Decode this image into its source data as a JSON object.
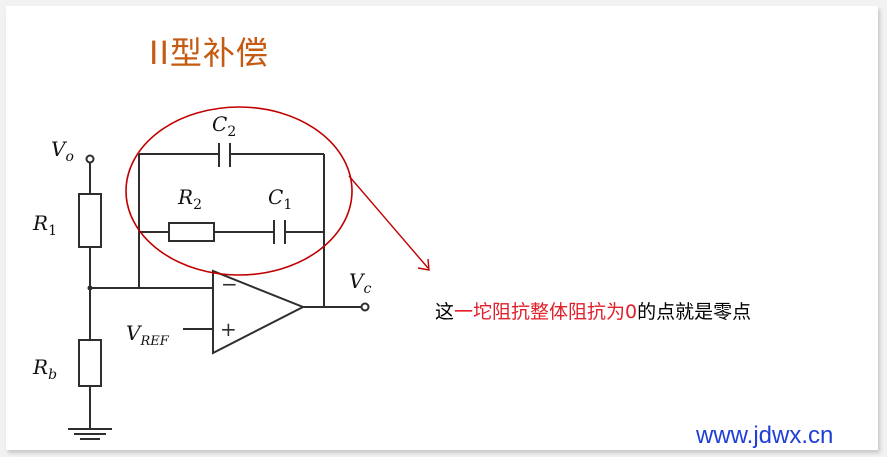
{
  "title": "II型补偿",
  "labels": {
    "vo": {
      "main": "V",
      "sub": "o"
    },
    "r1": {
      "main": "R",
      "sub": "1"
    },
    "rb": {
      "main": "R",
      "sub": "b"
    },
    "c2": {
      "main": "C",
      "sub": "2"
    },
    "r2": {
      "main": "R",
      "sub": "2"
    },
    "c1": {
      "main": "C",
      "sub": "1"
    },
    "vc": {
      "main": "V",
      "sub": "c"
    },
    "vref": {
      "main": "V",
      "sub": "REF"
    },
    "minus": "−",
    "plus": "+"
  },
  "annotation": {
    "before": "这",
    "highlight": "一坨阻抗整体阻抗为0",
    "after": "的点就是零点"
  },
  "colors": {
    "title": "#c55a11",
    "highlight_text": "#e0202a",
    "ellipse": "#c00000",
    "watermark": "#1f3fd6"
  },
  "watermark": "www.jdwx.cn"
}
